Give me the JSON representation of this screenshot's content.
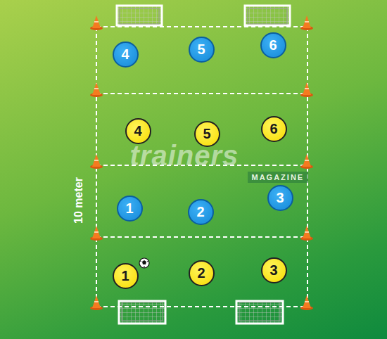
{
  "diagram": {
    "nodes": [
      {
        "text": [
          "4"
        ]
      },
      {
        "text": [
          "5"
        ]
      },
      {
        "text": [
          "6"
        ]
      },
      {
        "text": [
          "4"
        ]
      },
      {
        "text": [
          "5"
        ]
      },
      {
        "text": [
          "6"
        ]
      },
      {
        "text": [
          "1"
        ]
      },
      {
        "text": [
          "2"
        ]
      },
      {
        "text": [
          "3"
        ]
      },
      {
        "text": [
          "1"
        ]
      },
      {
        "text": [
          "2"
        ]
      },
      {
        "text": [
          "3"
        ]
      }
    ],
    "labels": [
      "10 meter",
      "trainers",
      "MAGAZINE"
    ]
  }
}
